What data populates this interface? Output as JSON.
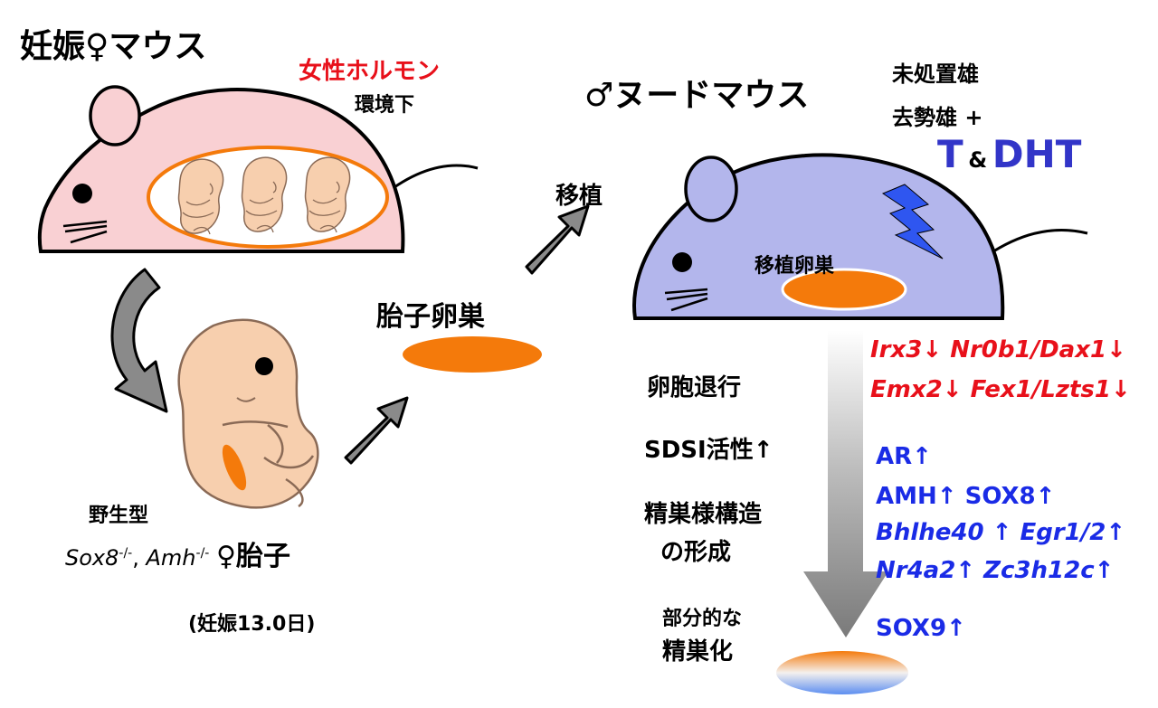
{
  "colors": {
    "pregnant_mouse_fill": "#f9d0d3",
    "nude_mouse_fill": "#b3b6ec",
    "ovary_orange": "#f47a0b",
    "embryo_skin": "#f7cfae",
    "hormone_red": "#e8101a",
    "gene_blue": "#1a2be6",
    "arrow_gray": "#8a8a8a",
    "lightning_blue": "#2f56f0"
  },
  "icons": [
    "female-symbol",
    "male-symbol",
    "lightning-icon",
    "embryo-illustration",
    "mouse-illustration"
  ],
  "pregnant_mouse": {
    "title": "妊娠♀マウス",
    "hormone": "女性ホルモン",
    "environment": "環境下"
  },
  "embryo_section": {
    "wild_type": "野生型",
    "genotype_sox8": "Sox8",
    "genotype_sox8_sup": "-/-",
    "genotype_sep": ",",
    "genotype_amh": "Amh",
    "genotype_amh_sup": "-/-",
    "genotype_suffix": "♀胎子",
    "gestation": "(妊娠13.0日)"
  },
  "fetal_ovary_label": "胎子卵巣",
  "transplant_label": "移植",
  "nude_mouse": {
    "title": "♂ヌードマウス",
    "condition1": "未処置雄",
    "condition2": "去勢雄 +",
    "t_label": "T",
    "amp_label": "&",
    "dht_label": "DHT",
    "graft_label": "移植卵巣"
  },
  "outcomes": {
    "follicle": "卵胞退行",
    "sdsi": "SDSI活性↑",
    "testis_line1": "精巣様構造",
    "testis_line2": "の形成",
    "partial_line1": "部分的な",
    "partial_line2": "精巣化"
  },
  "genes_down": {
    "line1_a": "Irx3↓",
    "line1_b": "Nr0b1/Dax1↓",
    "line2_a": "Emx2↓",
    "line2_b": "Fex1/Lzts1↓"
  },
  "genes_up": {
    "ar": "AR↑",
    "amh_sox8": "AMH↑ SOX8↑",
    "bhlhe40": "Bhlhe40 ↑",
    "egr": "Egr1/2↑",
    "nr4a2": "Nr4a2↑",
    "zc3h12c": "Zc3h12c↑",
    "sox9": "SOX9↑"
  }
}
